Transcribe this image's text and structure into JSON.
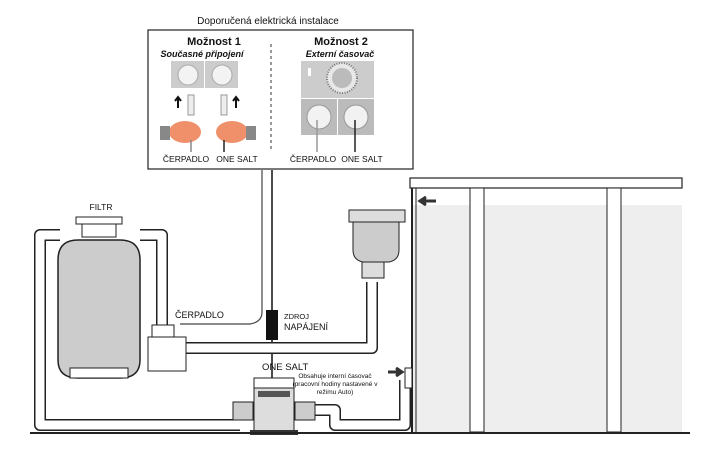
{
  "title": "Doporučená elektrická instalace",
  "option1": {
    "heading": "Možnost 1",
    "subtitle": "Současné připojení",
    "label_left": "ČERPADLO",
    "label_right": "ONE SALT"
  },
  "option2": {
    "heading": "Možnost 2",
    "subtitle": "Externí časovač",
    "label_left": "ČERPADLO",
    "label_right": "ONE SALT"
  },
  "labels": {
    "filter": "FILTR",
    "pump": "ČERPADLO",
    "power_line1": "ZDROJ",
    "power_line2": "NAPÁJENÍ",
    "one_salt": "ONE SALT",
    "note_line1": "Obsahuje interní časovač",
    "note_line2": "(pracovní hodiny nastavené v",
    "note_line3": "režimu Auto)"
  }
}
